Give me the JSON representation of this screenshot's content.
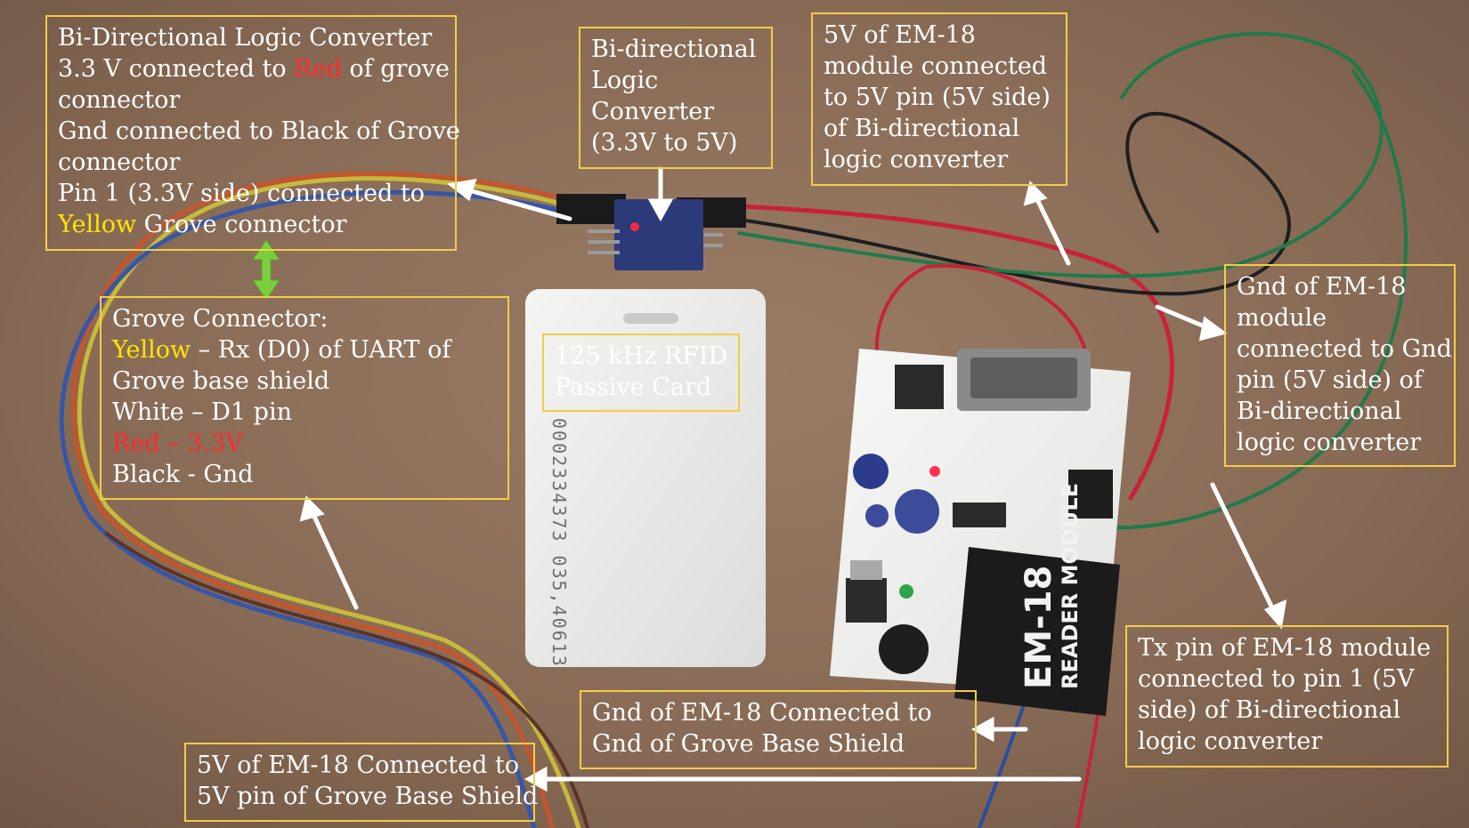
{
  "photo": {
    "board_label": "EM-18",
    "board_sublabel": "READER MODULE",
    "card_print": "0002334373 035,40613"
  },
  "callouts": {
    "logic_converter_wiring": {
      "line1": "Bi-Directional Logic Converter",
      "line2_a": "3.3 V connected to ",
      "line2_red": "Red",
      "line2_b": " of grove",
      "line3": "connector",
      "line4": "Gnd connected to Black of Grove",
      "line5": "connector",
      "line6": "Pin 1 (3.3V side) connected to",
      "line7_yellow": "Yellow",
      "line7_b": " Grove connector"
    },
    "logic_converter_title": {
      "line1": "Bi-directional",
      "line2": "Logic",
      "line3": "Converter",
      "line4": "(3.3V to 5V)"
    },
    "em18_5v": {
      "line1": "5V of EM-18",
      "line2": "module connected",
      "line3": "to 5V pin (5V side)",
      "line4": "of Bi-directional",
      "line5": "logic converter"
    },
    "em18_gnd": {
      "line1": "Gnd of EM-18",
      "line2": "module",
      "line3": "connected to Gnd",
      "line4": "pin (5V side) of",
      "line5": "Bi-directional",
      "line6": "logic converter"
    },
    "grove_connector": {
      "line1": "Grove Connector:",
      "line2_yellow": "Yellow",
      "line2_b": " – Rx (D0) of UART of",
      "line3": "Grove base shield",
      "line4": "White – D1 pin",
      "line5_red": "Red – 3.3V",
      "line6": "Black - Gnd"
    },
    "rfid_card": {
      "line1": "125 kHz RFID",
      "line2": "Passive Card"
    },
    "em18_tx": {
      "line1": "Tx pin of EM-18 module",
      "line2": "connected to pin 1 (5V",
      "line3": "side) of Bi-directional",
      "line4": "logic converter"
    },
    "em18_gnd_shield": {
      "line1": "Gnd of EM-18 Connected to",
      "line2": "Gnd of Grove Base Shield"
    },
    "em18_5v_shield": {
      "line1": "5V of EM-18 Connected to",
      "line2": "5V pin of Grove Base Shield"
    }
  },
  "colors": {
    "callout_border": "#f4cc4a",
    "callout_text": "#ffffff",
    "highlight_red": "#ff2a2a",
    "highlight_yellow": "#ffe600",
    "arrow": "#ffffff",
    "double_arrow": "#7ccf3c",
    "desk": "#8a6d58"
  }
}
